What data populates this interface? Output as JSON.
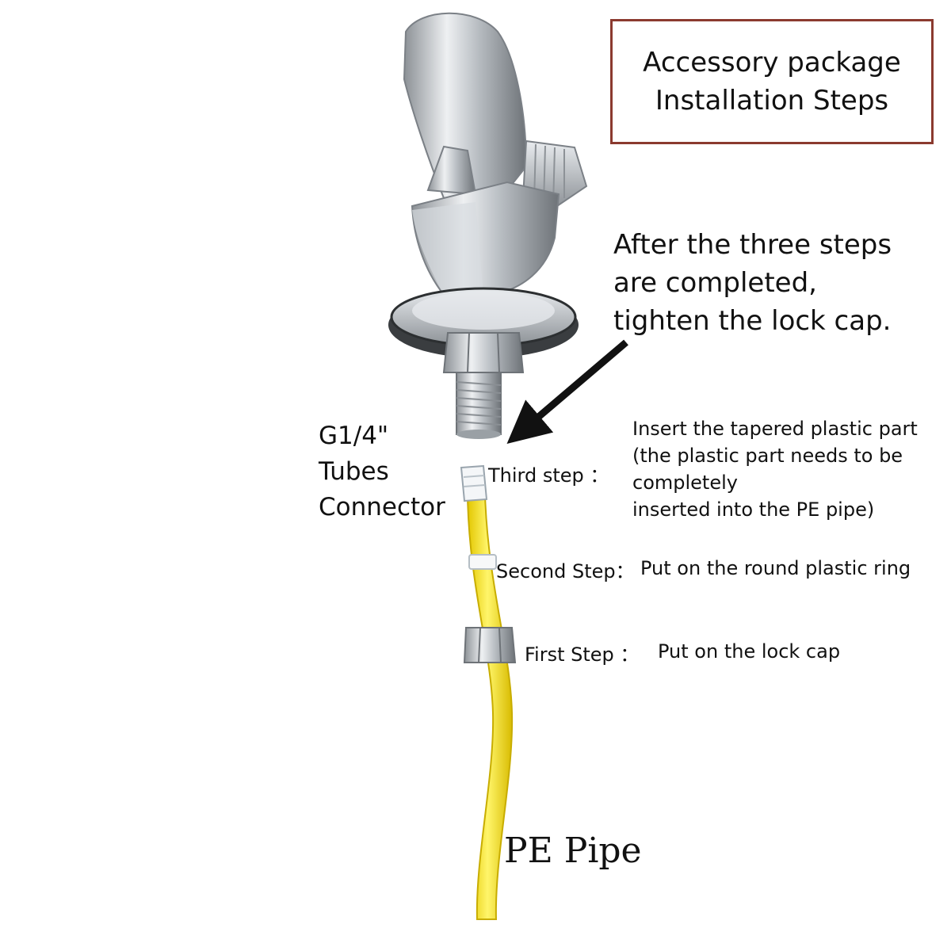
{
  "title_box": {
    "line1": "Accessory package",
    "line2": "Installation Steps",
    "border_color": "#8b3a2f"
  },
  "note": {
    "line1": "After the three steps",
    "line2": "are completed,",
    "line3": "tighten the lock cap."
  },
  "connector_label": {
    "line1": "G1/4\"",
    "line2": "Tubes",
    "line3": "Connector"
  },
  "steps": {
    "third": {
      "label": "Third step ：",
      "desc1": "Insert the tapered plastic part",
      "desc2": "(the plastic part needs to be",
      "desc3": "completely",
      "desc4": "inserted into the PE pipe)"
    },
    "second": {
      "label": "Second Step：",
      "desc": "Put on the round plastic ring"
    },
    "first": {
      "label": "First Step ：",
      "desc": "Put on the lock cap"
    }
  },
  "pipe_label": "PE Pipe",
  "colors": {
    "pipe_yellow": "#f2e02a",
    "chrome": "#c4c8cc",
    "arrow": "#111111"
  },
  "icons": {
    "faucet": "faucet-illustration",
    "arrow": "pointer-arrow"
  }
}
